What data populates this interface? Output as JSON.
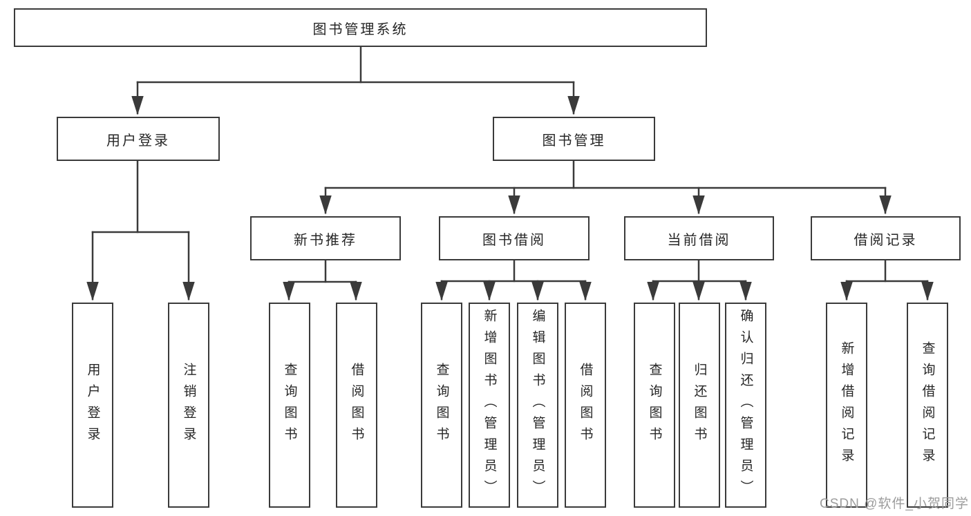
{
  "nodes": {
    "root": "图书管理系统",
    "level2": [
      "用户登录",
      "图书管理"
    ],
    "login_children": [
      "用户登录",
      "注销登录"
    ],
    "mgmt_children": [
      "新书推荐",
      "图书借阅",
      "当前借阅",
      "借阅记录"
    ],
    "new_book_children": [
      "查询图书",
      "借阅图书"
    ],
    "borrow_children": [
      "查询图书",
      "新增图书（管理员）",
      "编辑图书（管理员）",
      "借阅图书"
    ],
    "current_children": [
      "查询图书",
      "归还图书",
      "确认归还（管理员）"
    ],
    "record_children": [
      "新增借阅记录",
      "查询借阅记录"
    ]
  },
  "watermark": "CSDN @软件_小贺同学",
  "colors": {
    "line": "#3a3a3a",
    "box_border": "#3a3a3a",
    "text": "#262626",
    "watermark": "#9c9c9c",
    "background": "#ffffff"
  }
}
